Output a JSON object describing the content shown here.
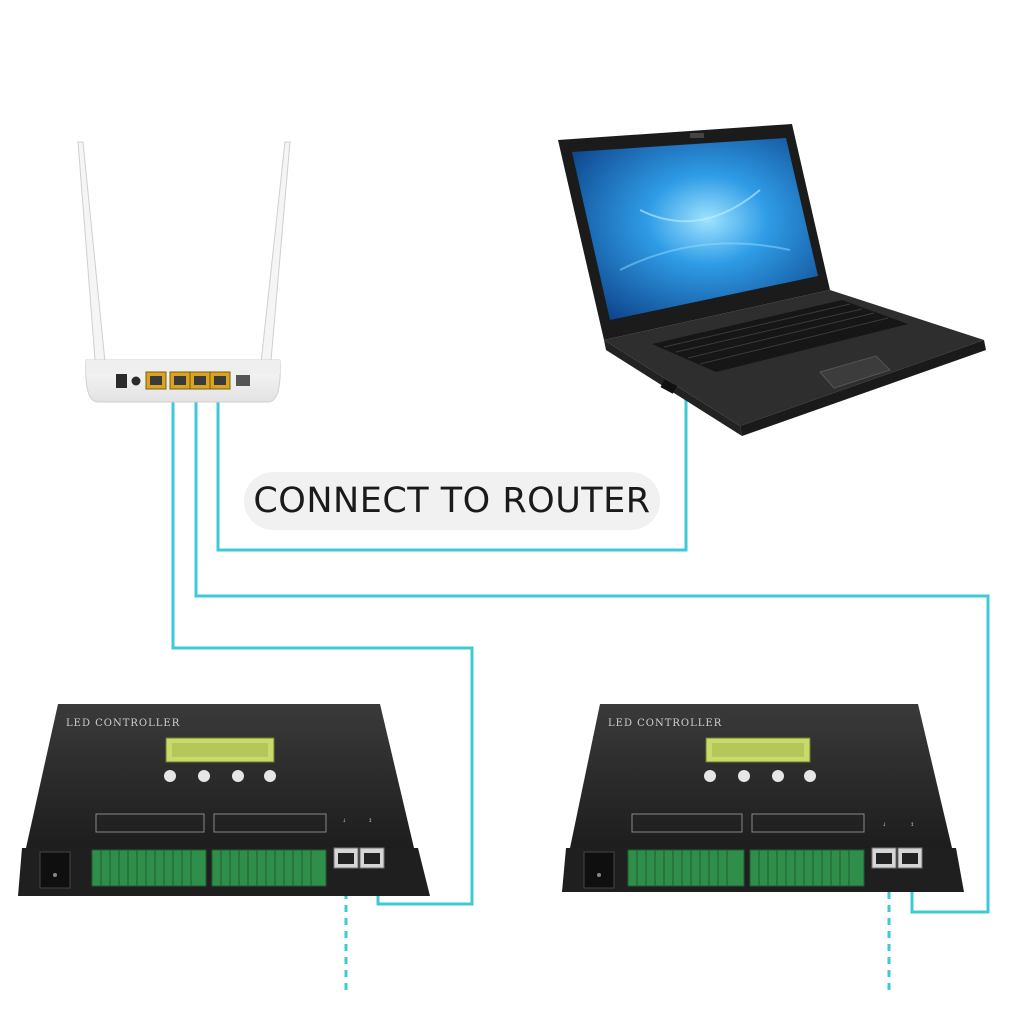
{
  "caption": {
    "text": "CONNECT TO ROUTER"
  },
  "controllers": [
    {
      "label": "LED  CONTROLLER"
    },
    {
      "label": "LED  CONTROLLER"
    }
  ],
  "colors": {
    "cable": "#3ec9d6",
    "device_body": "#2a2a2a",
    "terminal": "#2f8f4a",
    "router_body": "#f3f3f3",
    "ethernet_port": "#d9a520",
    "laptop_screen": "#1f7fd1"
  }
}
